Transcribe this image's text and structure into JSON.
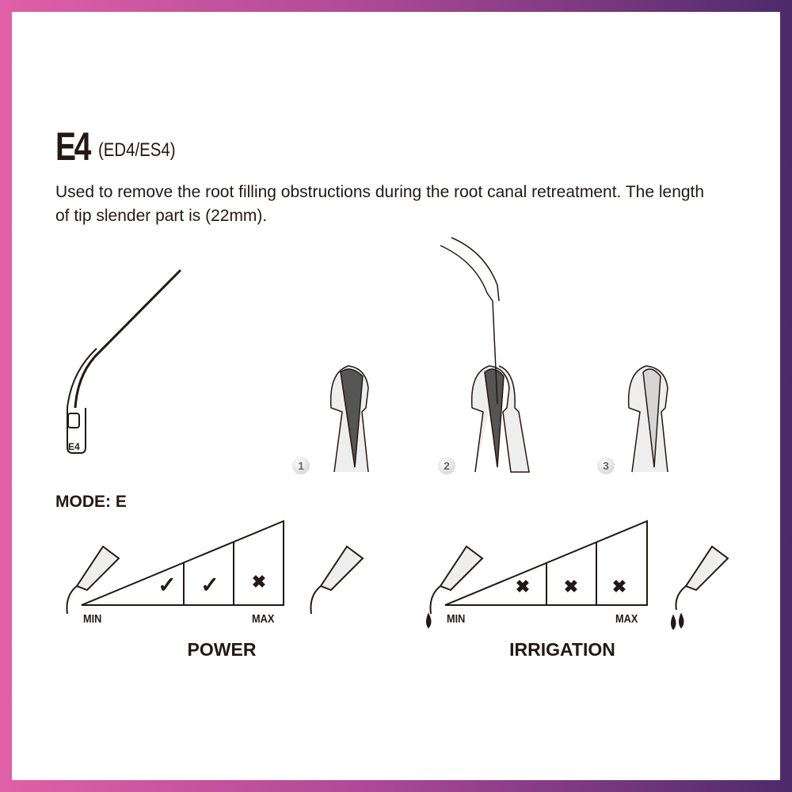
{
  "title": "E4",
  "subtitle": "(ED4/ES4)",
  "description": "Used to remove the root filling obstructions during the root canal retreatment. The length of tip slender part is (22mm).",
  "tip_label": "E4",
  "steps": [
    "1",
    "2",
    "3"
  ],
  "mode": "MODE: E",
  "power": {
    "label": "POWER",
    "min": "MIN",
    "max": "MAX",
    "marks": [
      "✓",
      "✓",
      "✖"
    ],
    "allowed": [
      true,
      true,
      false
    ]
  },
  "irrigation": {
    "label": "IRRIGATION",
    "min": "MIN",
    "max": "MAX",
    "marks": [
      "✖",
      "✖",
      "✖"
    ],
    "allowed": [
      false,
      false,
      false
    ]
  },
  "colors": {
    "border_left": "#e060a6",
    "border_right": "#4d2a6c",
    "ink": "#231815"
  }
}
